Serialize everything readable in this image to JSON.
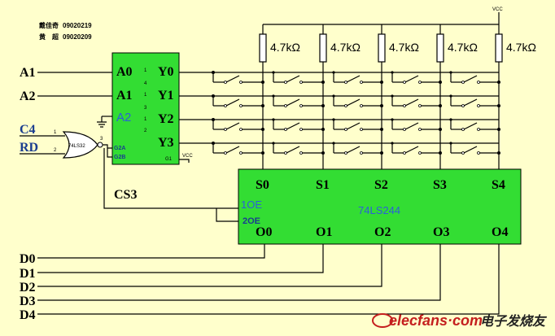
{
  "authors": {
    "line1_name": "戴佳奇",
    "line1_id": "09020219",
    "line2_name": "黄　超",
    "line2_id": "09020209"
  },
  "inputs": {
    "a1": "A1",
    "a2": "A2",
    "c4": "C4",
    "rd": "RD",
    "cs3": "CS3"
  },
  "decoder": {
    "pin_a0": "A0",
    "pin_a1": "A1",
    "pin_a2": "A2",
    "pin_y0": "Y0",
    "pin_y1": "Y1",
    "pin_y2": "Y2",
    "pin_y3": "Y3",
    "pin_g2a": "G2A",
    "pin_g2b": "G2B",
    "pin_g1": "G1",
    "vcc_label": "VCC",
    "inner_numbers": [
      "1",
      "4",
      "1",
      "3",
      "1",
      "2"
    ]
  },
  "gate": {
    "label": "74LS32",
    "pin1": "1",
    "pin2": "2",
    "pin3": "3"
  },
  "pullups": {
    "vcc_label": "VCC",
    "values": [
      "4.7kΩ",
      "4.7kΩ",
      "4.7kΩ",
      "4.7kΩ",
      "4.7kΩ"
    ]
  },
  "buffer": {
    "name": "74LS244",
    "inputs": [
      "S0",
      "S1",
      "S2",
      "S3",
      "S4"
    ],
    "outputs": [
      "O0",
      "O1",
      "O2",
      "O3",
      "O4"
    ],
    "oe1": "1OE",
    "oe2": "2OE"
  },
  "data_bus": [
    "D0",
    "D1",
    "D2",
    "D3",
    "D4"
  ],
  "watermark": {
    "main": "elecfans·com",
    "sub": "电子发烧友"
  },
  "colors": {
    "background": "#ffffcc",
    "chip": "#33dd33",
    "blue_text": "#2b5fd9",
    "watermark_red": "#c41e1e"
  }
}
